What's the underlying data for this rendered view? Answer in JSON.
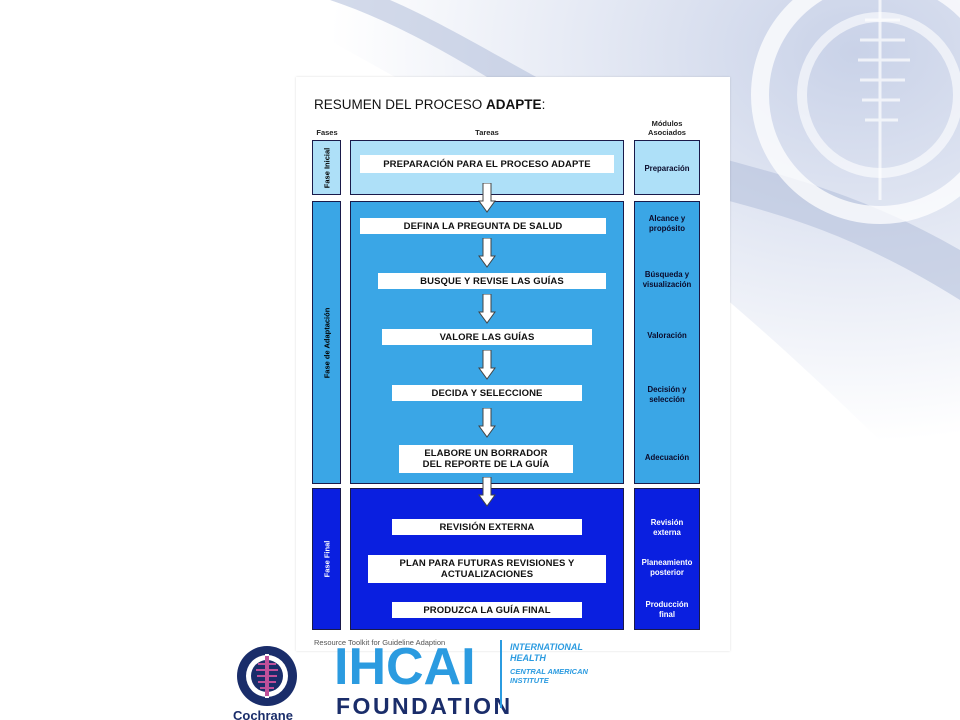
{
  "slide": {
    "title_prefix": "RESUMEN DEL PROCESO ",
    "title_bold": "ADAPTE",
    "title_suffix": ":",
    "caption": "Resource Toolkit for Guideline Adaption"
  },
  "headers": {
    "phases": "Fases",
    "tasks": "Tareas",
    "modules_line1": "Módulos",
    "modules_line2": "Asociados"
  },
  "phases": [
    {
      "label": "Fase Inicial",
      "tasks": [
        "PREPARACIÓN PARA EL PROCESO ADAPTE"
      ],
      "modules": [
        [
          "Preparación"
        ]
      ]
    },
    {
      "label": "Fase de Adaptación",
      "tasks": [
        "DEFINA LA PREGUNTA DE SALUD",
        "BUSQUE Y REVISE LAS GUÍAS",
        "VALORE LAS GUÍAS",
        "DECIDA Y SELECCIONE",
        [
          "ELABORE UN BORRADOR",
          "DEL REPORTE DE LA GUÍA"
        ]
      ],
      "modules": [
        [
          "Alcance y",
          "propósito"
        ],
        [
          "Búsqueda y",
          "visualización"
        ],
        [
          "Valoración"
        ],
        [
          "Decisión y",
          "selección"
        ],
        [
          "Adecuación"
        ]
      ]
    },
    {
      "label": "Fase Final",
      "tasks": [
        "REVISIÓN EXTERNA",
        [
          "PLAN PARA FUTURAS REVISIONES Y",
          "ACTUALIZACIONES"
        ],
        "PRODUZCA LA GUÍA FINAL"
      ],
      "modules": [
        [
          "Revisión",
          "externa"
        ],
        [
          "Planeamiento",
          "posterior"
        ],
        [
          "Producción",
          "final"
        ]
      ]
    }
  ],
  "logos": {
    "cochrane": "Cochrane",
    "ihcai": "IHCAI",
    "foundation": "FOUNDATION",
    "ihcai_line1": "INTERNATIONAL",
    "ihcai_line2": "HEALTH",
    "ihcai_line3": "CENTRAL AMERICAN",
    "ihcai_line4": "INSTITUTE"
  },
  "colors": {
    "phase_initial": "#aee0f8",
    "phase_adaptation": "#3aa6e6",
    "phase_final": "#0a1fe0"
  }
}
